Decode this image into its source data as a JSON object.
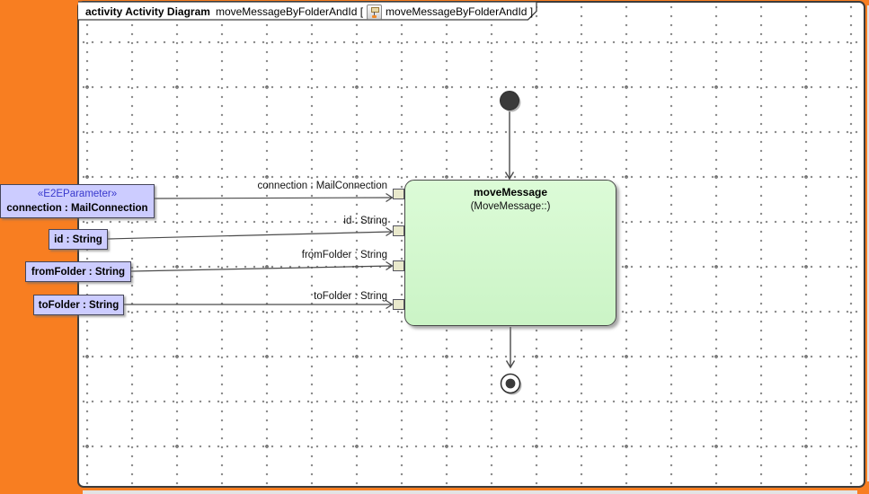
{
  "frame": {
    "kind": "activity Activity Diagram",
    "name_before_icon": "moveMessageByFolderAndId [",
    "name_after_icon": "moveMessageByFolderAndId ]",
    "icon": "activity-diagram-icon"
  },
  "action": {
    "name": "moveMessage",
    "qualifier": "(MoveMessage::)"
  },
  "parameters": [
    {
      "stereotype": "«E2EParameter»",
      "name": "connection : MailConnection",
      "edge_label": "connection : MailConnection"
    },
    {
      "name": "id : String",
      "edge_label": "id : String"
    },
    {
      "name": "fromFolder : String",
      "edge_label": "fromFolder : String"
    },
    {
      "name": "toFolder : String",
      "edge_label": "toFolder : String"
    }
  ],
  "nodes": {
    "initial": "initial-node",
    "final": "activity-final-node"
  },
  "colors": {
    "accent_orange": "#f87e21",
    "canvas_border": "#3c3c3c",
    "parameter_fill": "#ccccff",
    "stereotype_text": "#3939cd",
    "action_fill": "#d2f8cd",
    "pin_fill": "#e9e9cc",
    "edge": "#4a4a4a",
    "grid_dot": "#8a8a8a"
  }
}
